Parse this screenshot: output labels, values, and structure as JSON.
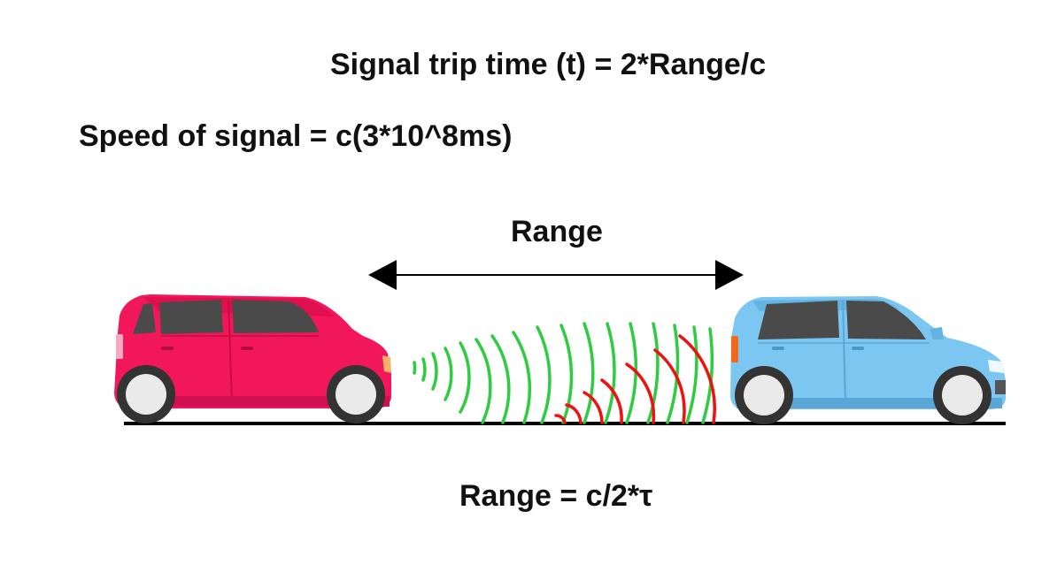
{
  "formulas": {
    "trip_time": "Signal trip time (t) = 2*Range/c",
    "speed": "Speed of signal = c(3*10^8ms)",
    "range": "Range = c/2*τ"
  },
  "range_label": "Range",
  "colors": {
    "lead_car": "#f2175a",
    "trailing_car": "#7cc7f2",
    "transmitted_wave": "#2ecc40",
    "reflected_wave": "#f01010",
    "road": "#000000",
    "text": "#111111"
  },
  "icons": {
    "left_car": "red-hatchback-car-icon",
    "right_car": "blue-hatchback-car-icon",
    "arrow": "double-headed-arrow-icon"
  }
}
